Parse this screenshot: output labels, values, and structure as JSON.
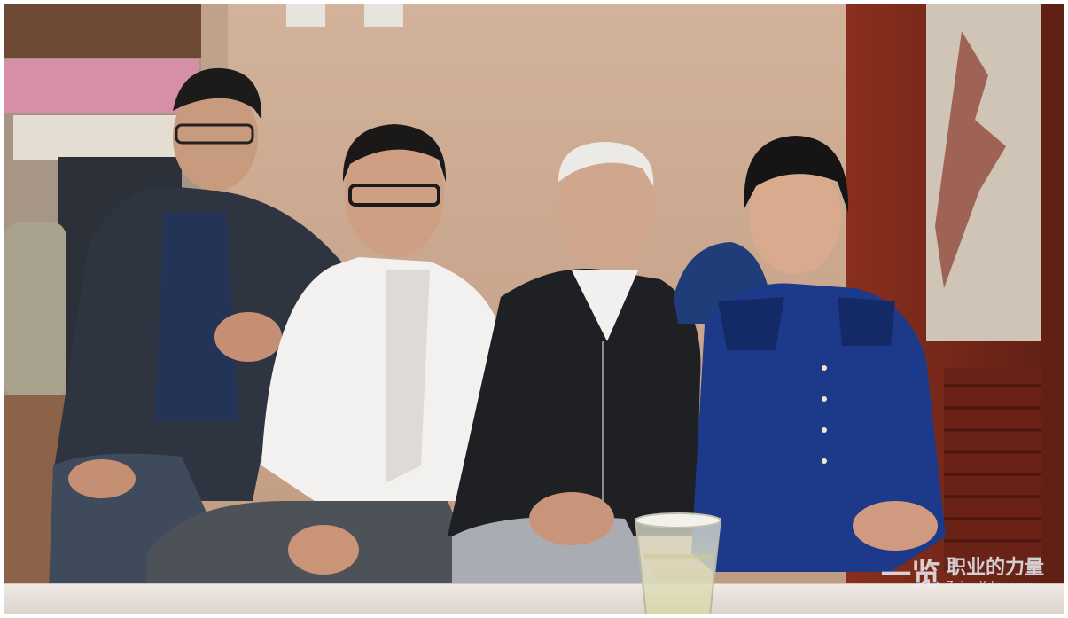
{
  "photo": {
    "subjects": 4,
    "colors": {
      "wall": "#c9a88e",
      "screen_wood": "#7a2a1c",
      "table_cloth": "#e9e2dc",
      "blue_blouse": "#1d3a8a",
      "white_shirt": "#f3f1ef",
      "dark_jacket": "#26272b"
    }
  },
  "watermark": {
    "mark": "一览",
    "title": "职业的力量",
    "url": "Zhiye.Yolan.com"
  }
}
